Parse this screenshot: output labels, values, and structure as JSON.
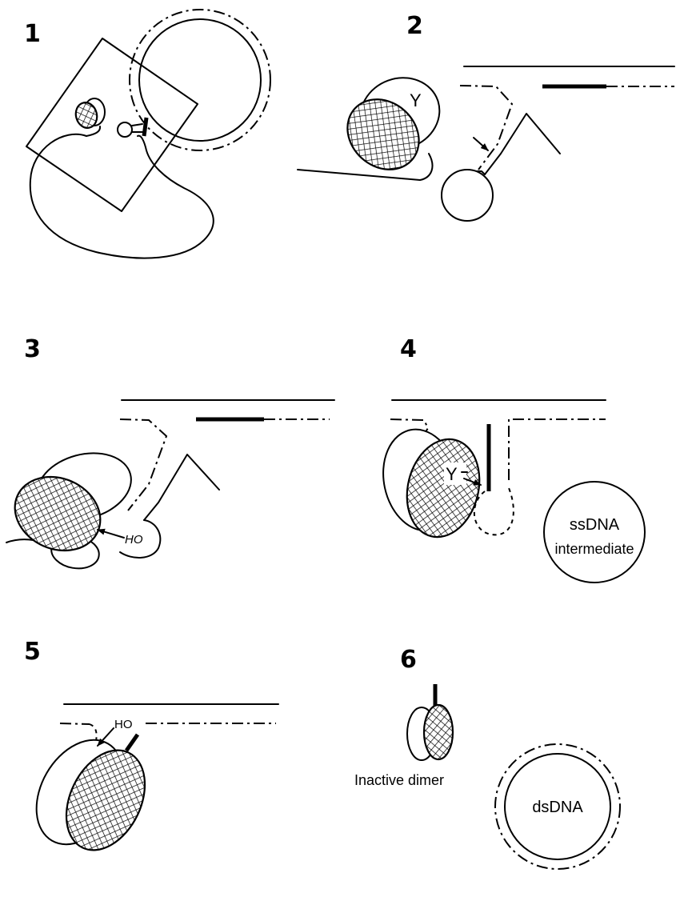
{
  "panels": [
    {
      "number": "1"
    },
    {
      "number": "2",
      "residue_label": "Y"
    },
    {
      "number": "3",
      "hydroxyl_label": "HO"
    },
    {
      "number": "4",
      "residue_label": "Y",
      "intermediate_label_line1": "ssDNA",
      "intermediate_label_line2": "intermediate"
    },
    {
      "number": "5",
      "hydroxyl_label": "HO"
    },
    {
      "number": "6",
      "dimer_label": "Inactive dimer",
      "product_label": "dsDNA"
    }
  ]
}
